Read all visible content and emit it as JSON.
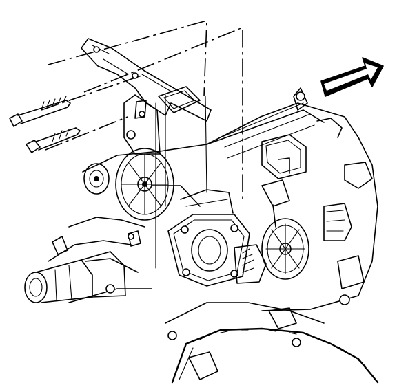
{
  "figure": {
    "parts": [
      {
        "name": "bracket-assembly"
      },
      {
        "name": "upper-bolt"
      },
      {
        "name": "lower-bolt"
      },
      {
        "name": "front-arrow"
      },
      {
        "name": "engine-block"
      },
      {
        "name": "left-pulley"
      },
      {
        "name": "throttle-body"
      },
      {
        "name": "right-pulley"
      },
      {
        "name": "water-outlet"
      },
      {
        "name": "timing-chain"
      },
      {
        "name": "alignment-lines"
      }
    ]
  }
}
